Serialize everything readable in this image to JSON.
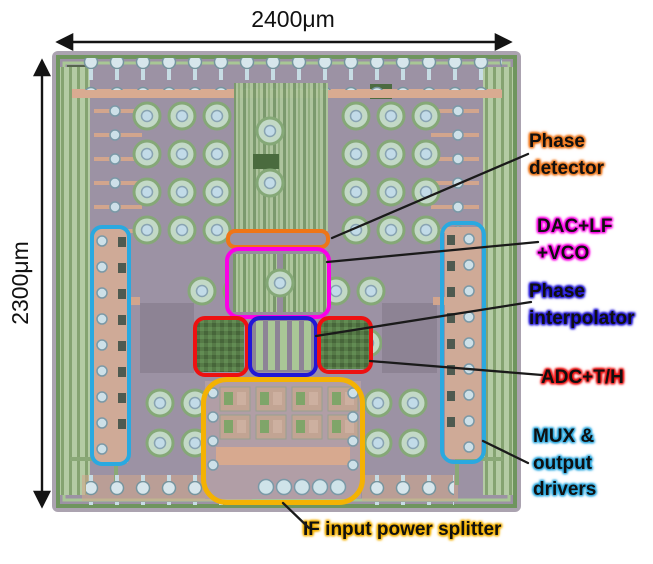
{
  "figure": {
    "kind": "chip die micrograph with annotated blocks",
    "width_label": "2400μm",
    "height_label": "2300μm",
    "regions": [
      {
        "name": "phase-detector",
        "label": "Phase\ndetector",
        "color": "#ee7518"
      },
      {
        "name": "dac-lf-vco",
        "label": "DAC+LF\n+VCO",
        "color": "#fb00e6"
      },
      {
        "name": "phase-interpolator",
        "label": "Phase\ninterpolator",
        "color": "#2217d6"
      },
      {
        "name": "adc-th",
        "label": "ADC+T/H",
        "color": "#ed1111"
      },
      {
        "name": "mux-output-drivers",
        "label": "MUX &\noutput\ndrivers",
        "color": "#2aa9e0"
      },
      {
        "name": "if-input-power-splitter",
        "label": "IF input power splitter",
        "color": "#f4b203"
      }
    ]
  }
}
